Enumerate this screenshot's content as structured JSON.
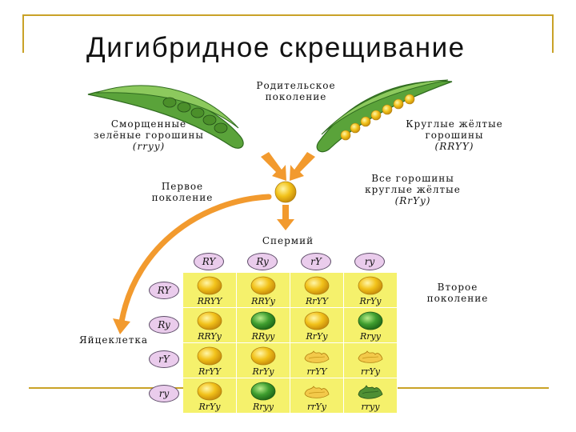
{
  "title": "Дигибридное скрещивание",
  "labels": {
    "parent_generation": [
      "Родительское",
      "поколение"
    ],
    "wrinkled_green": [
      "Сморщенные",
      "зелёные горошины"
    ],
    "wrinkled_green_genotype": "(rryy)",
    "round_yellow": [
      "Круглые жёлтые",
      "горошины"
    ],
    "round_yellow_genotype": "(RRYY)",
    "first_generation": [
      "Первое",
      "поколение"
    ],
    "all_peas": [
      "Все горошины",
      "круглые жёлтые"
    ],
    "all_peas_genotype": "(RrYy)",
    "sperm": "Спермий",
    "second_generation": [
      "Второе",
      "поколение"
    ],
    "egg_cell": "Яйцеклетка"
  },
  "sperm_gametes": [
    "RY",
    "Ry",
    "rY",
    "ry"
  ],
  "egg_gametes": [
    "RY",
    "Ry",
    "rY",
    "ry"
  ],
  "punnett": [
    [
      {
        "g": "RRYY",
        "pea": "round-yellow"
      },
      {
        "g": "RRYy",
        "pea": "round-yellow"
      },
      {
        "g": "RrYY",
        "pea": "round-yellow"
      },
      {
        "g": "RrYy",
        "pea": "round-yellow"
      }
    ],
    [
      {
        "g": "RRYy",
        "pea": "round-yellow"
      },
      {
        "g": "RRyy",
        "pea": "round-green"
      },
      {
        "g": "RrYy",
        "pea": "round-yellow"
      },
      {
        "g": "Rryy",
        "pea": "round-green"
      }
    ],
    [
      {
        "g": "RrYY",
        "pea": "round-yellow"
      },
      {
        "g": "RrYy",
        "pea": "round-yellow"
      },
      {
        "g": "rrYY",
        "pea": "wrinkled-yellow"
      },
      {
        "g": "rrYy",
        "pea": "wrinkled-yellow"
      }
    ],
    [
      {
        "g": "RrYy",
        "pea": "round-yellow"
      },
      {
        "g": "Rryy",
        "pea": "round-green"
      },
      {
        "g": "rrYy",
        "pea": "wrinkled-yellow"
      },
      {
        "g": "rryy",
        "pea": "wrinkled-green"
      }
    ]
  ],
  "colors": {
    "frame": "#c9a227",
    "arrow": "#f29a2e",
    "grid": "#f5f16c",
    "chip": "#eaccec",
    "yellow_pea": "#f2c21a",
    "green_pea": "#3f9e2f",
    "pod": "#5aa33a"
  }
}
